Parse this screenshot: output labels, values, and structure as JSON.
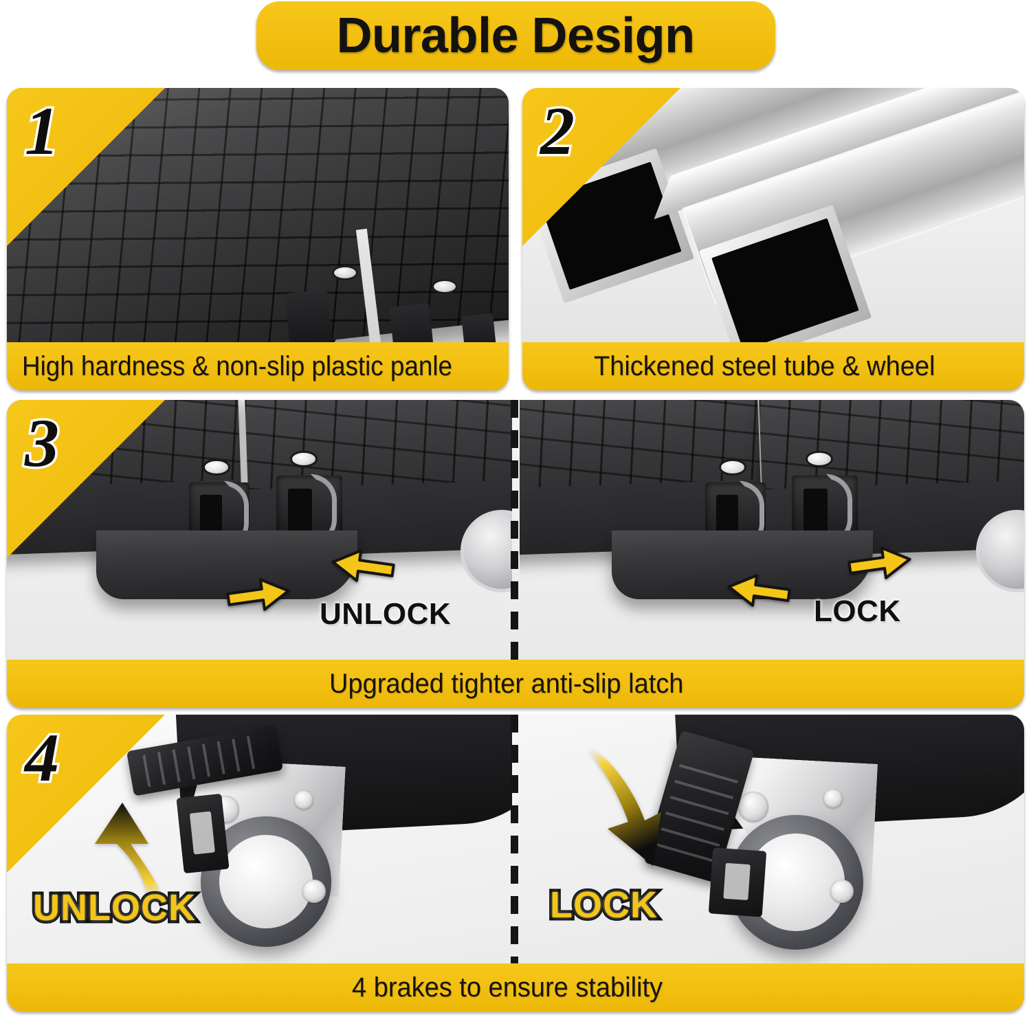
{
  "header": {
    "title": "Durable Design"
  },
  "panels": [
    {
      "number": "1",
      "caption": "High hardness & non-slip plastic panle",
      "subject": "textured non-slip plastic dolly panel"
    },
    {
      "number": "2",
      "caption": "Thickened steel tube & wheel",
      "subject": "two rectangular steel tubes"
    },
    {
      "number": "3",
      "caption": "Upgraded tighter anti-slip latch",
      "subject": "latch connectors shown unlocked and locked",
      "left_label": "UNLOCK",
      "right_label": "LOCK"
    },
    {
      "number": "4",
      "caption": "4 brakes to ensure stability",
      "subject": "caster wheel brake lever up and down",
      "left_label": "UNLOCK",
      "right_label": "LOCK"
    }
  ],
  "colors": {
    "brand_yellow": "#f2bf10",
    "yellow_light": "#f6c71b",
    "ink": "#141210",
    "panel_bg": "#f2f2f2",
    "arrow_yellow": "#f5c518",
    "arrow_outline": "#141414"
  }
}
